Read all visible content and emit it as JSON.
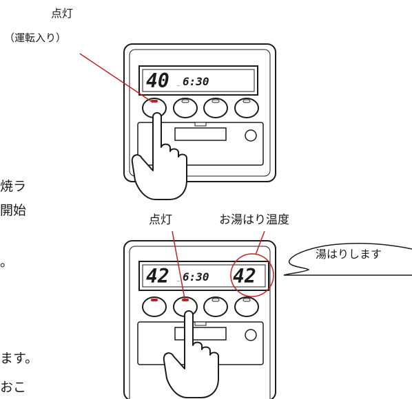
{
  "top_callout": {
    "label": "点灯",
    "sublabel": "（運転入り）"
  },
  "top_panel": {
    "temperature": "40",
    "time": "6:30"
  },
  "bottom_callouts": {
    "lamp_label": "点灯",
    "temp_label": "お湯はり温度",
    "speech": "湯はりします"
  },
  "bottom_panel": {
    "temperature": "42",
    "time": "6:30",
    "bath_temperature": "42"
  },
  "left_fragments": {
    "line1": "焼ラ",
    "line2": "開始",
    "line3": "。",
    "line4": "ます。",
    "line5": "おこ"
  },
  "colors": {
    "lamp_red": "#c81e1e",
    "ink": "#1a1a1a"
  }
}
